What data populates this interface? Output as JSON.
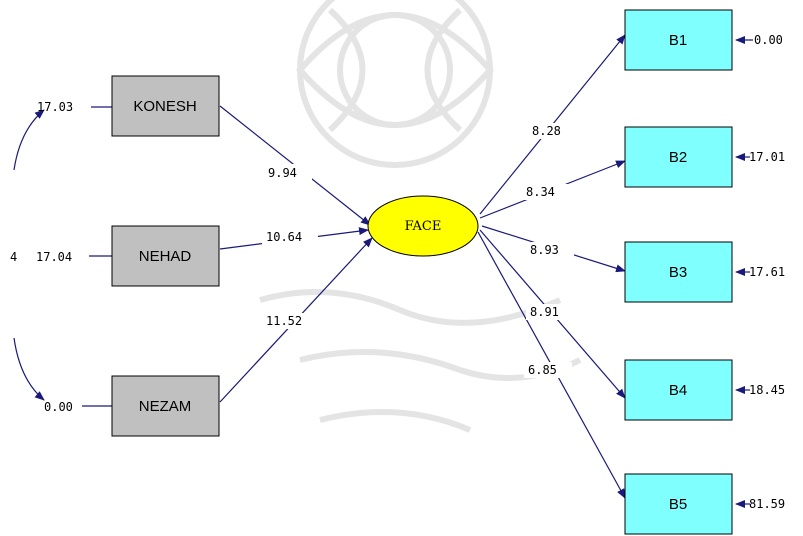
{
  "observed_left": [
    {
      "id": "konesh",
      "label": "KONESH",
      "error": "17.03"
    },
    {
      "id": "nehad",
      "label": "NEHAD",
      "error": "17.04"
    },
    {
      "id": "nezam",
      "label": "NEZAM",
      "error": "0.00"
    }
  ],
  "left_stray_label": "4",
  "latent": {
    "label": "FACE"
  },
  "paths_in": [
    "9.94",
    "10.64",
    "11.52"
  ],
  "observed_right": [
    {
      "id": "b1",
      "label": "B1",
      "loading": "8.28",
      "error": "0.00"
    },
    {
      "id": "b2",
      "label": "B2",
      "loading": "8.34",
      "error": "17.01"
    },
    {
      "id": "b3",
      "label": "B3",
      "loading": "8.93",
      "error": "17.61"
    },
    {
      "id": "b4",
      "label": "B4",
      "loading": "8.91",
      "error": "18.45"
    },
    {
      "id": "b5",
      "label": "B5",
      "loading": "6.85",
      "error": "81.59"
    }
  ],
  "colors": {
    "left_box_fill": "#c0c0c0",
    "right_box_fill": "#80ffff",
    "latent_fill": "#ffff00",
    "arrow": "#1a1a7a",
    "watermark": "#d9d9d9"
  }
}
